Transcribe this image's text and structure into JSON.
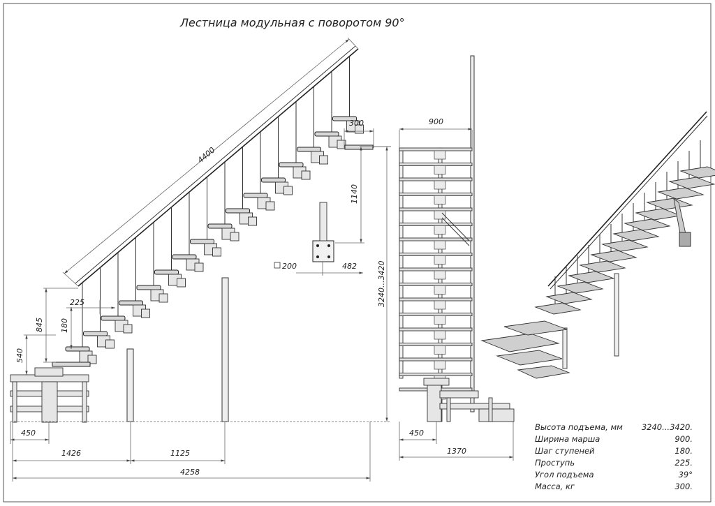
{
  "title": "Лестница модульная с поворотом 90°",
  "dimensions": {
    "rail_length": "4400",
    "top_offset": "300",
    "top_width": "900",
    "upper_height": "1140",
    "plate_size": "200",
    "plate_offset": "482",
    "total_height": "3240...3420",
    "tread_225": "225",
    "step_180": "180",
    "rail_845": "845",
    "rail_540": "540",
    "left_450": "450",
    "seg_1426": "1426",
    "seg_1125": "1125",
    "total_4258": "4258",
    "side_450": "450",
    "side_1370": "1370"
  },
  "specs": [
    {
      "label": "Высота подъема, мм",
      "value": "3240...3420."
    },
    {
      "label": "Ширина марша",
      "value": "900."
    },
    {
      "label": "Шаг ступеней",
      "value": "180."
    },
    {
      "label": "Проступь",
      "value": "225."
    },
    {
      "label": "Угол подъема",
      "value": "39°"
    },
    {
      "label": "Масса, кг",
      "value": "300."
    }
  ]
}
